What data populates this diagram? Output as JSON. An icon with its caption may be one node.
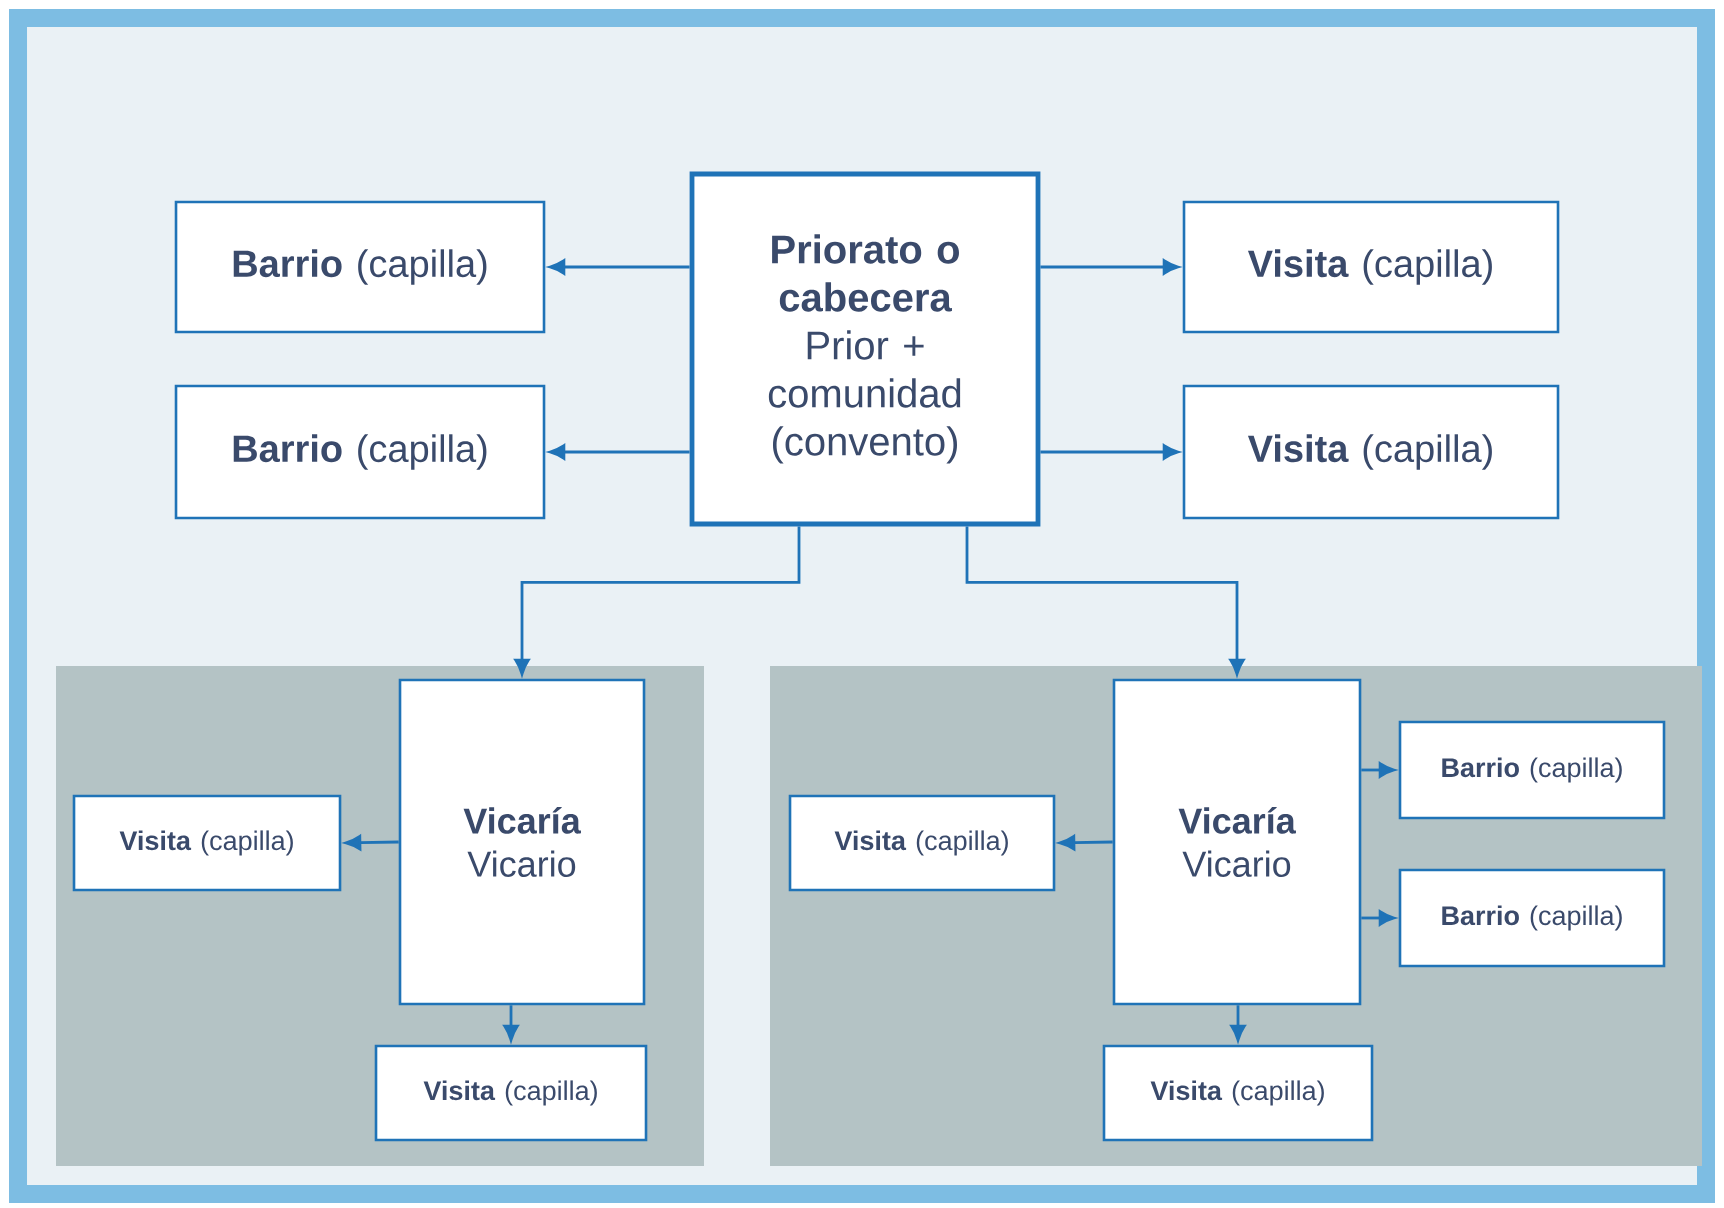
{
  "diagram": {
    "nodes": [
      {
        "text": [
          "**Barrio** (capilla)"
        ]
      },
      {
        "text": [
          "Priorato o cabecera",
          "Prior + comunidad (convento)"
        ]
      },
      {
        "text": [
          "**Visita** (capilla)"
        ]
      },
      {
        "text": [
          "**Barrio** (capilla)"
        ]
      },
      {
        "text": [
          "**Visita** (capilla)"
        ]
      },
      {
        "text": [],
        "shape": "box"
      },
      {
        "text": [],
        "shape": "box"
      },
      {
        "text": [
          "Vicaría",
          "Vicario"
        ],
        "in": 5
      },
      {
        "text": [
          "**Visita** (capilla)"
        ],
        "in": 5
      },
      {
        "text": [
          "**Visita** (capilla)"
        ],
        "in": 5
      },
      {
        "text": [
          "Vicaría",
          "Vicario"
        ],
        "in": 6
      },
      {
        "text": [
          "**Barrio** (capilla)"
        ],
        "in": 6
      },
      {
        "text": [
          "**Visita** (capilla)"
        ],
        "in": 6
      },
      {
        "text": [
          "**Barrio** (capilla)"
        ],
        "in": 6
      },
      {
        "text": [
          "**Visita** (capilla)"
        ],
        "in": 6
      }
    ],
    "edges": [
      {
        "from": 1,
        "to": 0,
        "arrow": "to"
      },
      {
        "from": 1,
        "to": 3,
        "arrow": "to"
      },
      {
        "from": 1,
        "to": 2,
        "arrow": "to"
      },
      {
        "from": 1,
        "to": 4,
        "arrow": "to"
      },
      {
        "from": 1,
        "to": 7,
        "arrow": "to"
      },
      {
        "from": 1,
        "to": 10,
        "arrow": "to"
      },
      {
        "from": 7,
        "to": 8,
        "arrow": "to"
      },
      {
        "from": 7,
        "to": 9,
        "arrow": "to"
      },
      {
        "from": 10,
        "to": 12,
        "arrow": "to"
      },
      {
        "from": 10,
        "to": 11,
        "arrow": "to"
      },
      {
        "from": 10,
        "to": 13,
        "arrow": "to"
      },
      {
        "from": 10,
        "to": 14,
        "arrow": "to"
      }
    ]
  }
}
